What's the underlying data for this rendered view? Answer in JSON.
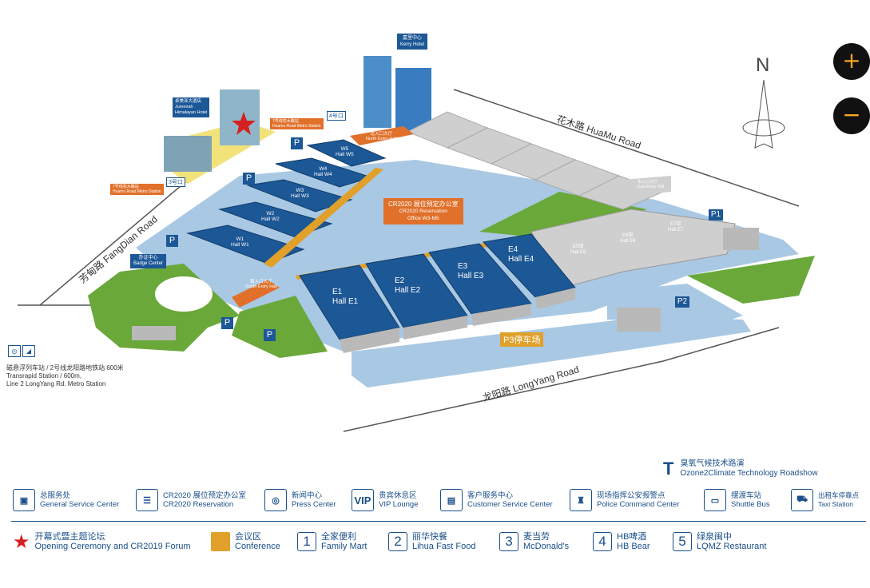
{
  "compass": {
    "north": "N"
  },
  "zoom": {
    "in": "+",
    "out": "−"
  },
  "roads": {
    "huamu": "花木路 HuaMu Road",
    "fangdian": "芳甸路 FangDian Road",
    "longyang": "龙阳路 LongYang Road"
  },
  "landmarks": {
    "kerry": [
      "嘉里中心",
      "Kerry Hotel"
    ],
    "jumeirah": [
      "卓美亚大酒店",
      "Jumeirah",
      "Himalayan Hotel"
    ],
    "metro7a": [
      "7号线花木路站",
      "Huamu Road Metro Station"
    ],
    "metro7b": [
      "7号线花木路站",
      "Huamu Road Metro Station"
    ],
    "exit4": "4号口",
    "exit3": "3号口",
    "north_entry": [
      "北入口大厅",
      "North Entry Hall"
    ],
    "south_entry": [
      "南入口大厅",
      "South Entry Hall"
    ],
    "east_entry": [
      "东入口大厅",
      "East Entry Hall"
    ],
    "badge": [
      "办证中心",
      "Badge Center"
    ],
    "reservation": [
      "CR2020 展位预定办公室",
      "CR2020 Reservation",
      "Office W3-M5"
    ],
    "transrapid": [
      "磁悬浮列车站 / 2号线龙阳路地铁站  600米",
      "Transrapid Station / 600m,",
      "Line 2 LongYang Rd. Metro Station"
    ]
  },
  "halls_w": [
    {
      "code": "W5",
      "name": "Hall W5"
    },
    {
      "code": "W4",
      "name": "Hall W4"
    },
    {
      "code": "W3",
      "name": "Hall W3"
    },
    {
      "code": "W2",
      "name": "Hall W2"
    },
    {
      "code": "W1",
      "name": "Hall W1"
    }
  ],
  "halls_e": [
    {
      "code": "E1",
      "name": "Hall E1"
    },
    {
      "code": "E2",
      "name": "Hall E2"
    },
    {
      "code": "E3",
      "name": "Hall E3"
    },
    {
      "code": "E4",
      "name": "Hall E4"
    }
  ],
  "halls_e_gray": [
    {
      "code": "E5馆",
      "name": "Hall E5"
    },
    {
      "code": "E6馆",
      "name": "Hall E6"
    },
    {
      "code": "E7馆",
      "name": "Hall E7"
    }
  ],
  "parking": {
    "p": "P",
    "p1": "P1",
    "p2": "P2",
    "p3": "P3停车场"
  },
  "legend": [
    {
      "icon": "service-desk-icon",
      "glyph": "▣",
      "cn": "总服务处",
      "en": "General Service Center"
    },
    {
      "icon": "reservation-icon",
      "glyph": "☰",
      "cn": "CR2020 展位预定办公室",
      "en": "CR2020 Reservation"
    },
    {
      "icon": "press-icon",
      "glyph": "◎",
      "cn": "新闻中心",
      "en": "Press Center"
    },
    {
      "icon": "vip-icon",
      "glyph": "VIP",
      "cn": "贵宾休息区",
      "en": "VIP Lounge"
    },
    {
      "icon": "customer-service-icon",
      "glyph": "▤",
      "cn": "客户服务中心",
      "en": "Customer Service Center"
    },
    {
      "icon": "police-icon",
      "glyph": "♜",
      "cn": "现场指挥公安报警点",
      "en": "Police Command Center"
    },
    {
      "icon": "shuttle-icon",
      "glyph": "▭",
      "cn": "摆渡车站",
      "en": "Shuttle Bus"
    },
    {
      "icon": "taxi-icon",
      "glyph": "⛟",
      "cn": "出租车停靠点",
      "en": "Taxi Station"
    }
  ],
  "legend2": [
    {
      "cn": "开幕式暨主题论坛",
      "en": "Opening Ceremony and CR2019 Forum"
    },
    {
      "cn": "会议区",
      "en": "Conference"
    },
    {
      "num": "1",
      "cn": "全家便利",
      "en": "Family Mart"
    },
    {
      "num": "2",
      "cn": "丽华快餐",
      "en": "Lihua Fast  Food"
    },
    {
      "num": "3",
      "cn": "麦当劳",
      "en": "McDonald's"
    },
    {
      "num": "4",
      "cn": "HB啤酒",
      "en": "HB Bear"
    },
    {
      "num": "5",
      "cn": "绿泉闽中",
      "en": "LQMZ Restaurant"
    }
  ],
  "ozone": {
    "letter": "T",
    "cn": "臭氧气候技术路演",
    "en": "Ozone2Climate Technology Roadshow"
  },
  "colors": {
    "hall_blue": "#1c5796",
    "ground_blue": "#a9c8e3",
    "green": "#6aa83a",
    "orange": "#e0702a",
    "gray": "#cfcfcf"
  }
}
